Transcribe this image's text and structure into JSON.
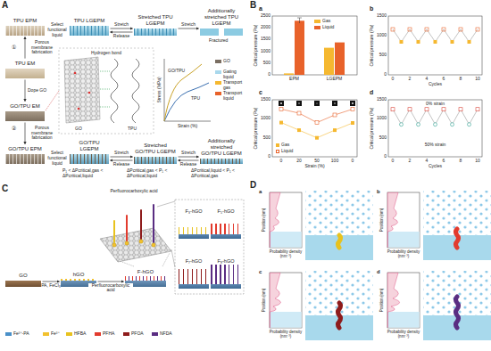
{
  "diagram": {
    "nodes": [
      {
        "text": [
          "TPU EPM"
        ]
      },
      {
        "text": [
          "TPU LGEPM"
        ]
      },
      {
        "text": [
          "Stretched TPU LGEPM"
        ]
      },
      {
        "text": [
          "Additionally stretched TPU LGEPM"
        ]
      },
      {
        "text": [
          "TPU EM"
        ]
      },
      {
        "text": [
          "GO/TPU EM"
        ]
      },
      {
        "text": [
          "GO/TPU EPM"
        ]
      },
      {
        "text": [
          "GO/TPU LGEPM"
        ]
      },
      {
        "text": [
          "Stretched GO/TPU LGEPM"
        ]
      },
      {
        "text": [
          "Additionally stretched GO/TPU LGEPM"
        ]
      },
      {
        "text": [
          "GO"
        ]
      },
      {
        "text": [
          "hGO"
        ]
      },
      {
        "text": [
          "F-hGO"
        ]
      },
      {
        "text": [
          "F₃-hGO"
        ]
      },
      {
        "text": [
          "F₅-hGO"
        ]
      },
      {
        "text": [
          "F₇-hGO"
        ]
      },
      {
        "text": [
          "F₉-hGO"
        ]
      }
    ],
    "edges": [
      {
        "from": 0,
        "to": 1,
        "label": "Select functional liquid",
        "arrow": "to"
      },
      {
        "from": 1,
        "to": 2,
        "label": "Stretch",
        "arrow": "to"
      },
      {
        "from": 2,
        "to": 1,
        "label": "Release",
        "arrow": "to"
      },
      {
        "from": 2,
        "to": 3,
        "label": "Stretch",
        "arrow": "to"
      },
      {
        "from": 4,
        "to": 0,
        "label": "Porous membrane fabrication",
        "arrow": "to"
      },
      {
        "from": 4,
        "to": 5,
        "label": "Dope GO",
        "arrow": "to"
      },
      {
        "from": 5,
        "to": 6,
        "label": "Porous membrane fabrication",
        "arrow": "to"
      },
      {
        "from": 6,
        "to": 7,
        "label": "Select functional liquid",
        "arrow": "to"
      },
      {
        "from": 7,
        "to": 8,
        "label": "Stretch",
        "arrow": "to"
      },
      {
        "from": 8,
        "to": 7,
        "label": "Release",
        "arrow": "to"
      },
      {
        "from": 8,
        "to": 9,
        "label": "Stretch",
        "arrow": "to"
      },
      {
        "from": 9,
        "to": 8,
        "label": "Release",
        "arrow": "to"
      },
      {
        "from": 10,
        "to": 11,
        "label": "PA, FeCl₃",
        "arrow": "to"
      },
      {
        "from": 11,
        "to": 12,
        "label": "Perfluorocarboxylic acid",
        "arrow": "to"
      }
    ],
    "labels": [
      "A",
      "①",
      "②",
      "Fractured",
      "Hydrogen bond",
      "GO",
      "TPU",
      "Stress (MPa)",
      "Strain (%)",
      "GO/TPU",
      "TPU",
      "P₁ < ΔPcritical,gas < ΔPcritical,liquid",
      "ΔPcritical,gas < P₁ < ΔPcritical,liquid",
      "ΔPcritical,liquid < P₁ < ΔPcritical,gas",
      "B",
      "a",
      "Critical pressure (Pa)",
      "0",
      "500",
      "1000",
      "1500",
      "2000",
      "2500",
      "EPM",
      "LGEPM",
      "b",
      "Critical pressure (Pa)",
      "0",
      "500",
      "1000",
      "1500",
      "0",
      "2",
      "4",
      "6",
      "8",
      "10",
      "Cycles",
      "c",
      "Critical pressure (Pa)",
      "0",
      "500",
      "1000",
      "1500",
      "0",
      "20",
      "50",
      "100",
      "0",
      "Strain (%)",
      "d",
      "Critical pressure (Pa)",
      "0",
      "500",
      "1000",
      "1500",
      "0",
      "2",
      "4",
      "6",
      "8",
      "10",
      "Cycles",
      "0% strain",
      "50% strain",
      "C",
      "Perfluorocarboxylic acid",
      "D",
      "a",
      "b",
      "c",
      "d",
      "Position (nm)",
      "Position (nm)",
      "Position (nm)",
      "Position (nm)",
      "Probability density (nm⁻³)",
      "Probability density (nm⁻³)",
      "Probability density (nm⁻³)",
      "Probability density (nm⁻³)"
    ],
    "legend": [
      {
        "text": "GO",
        "color": "#7a6e62"
      },
      {
        "text": "Gating liquid",
        "color": "#a9d8ec"
      },
      {
        "text": "Transport gas",
        "color": "#f5b830"
      },
      {
        "text": "Transport liquid",
        "color": "#e8622a"
      },
      {
        "text": "Gas",
        "color": "#f5b830"
      },
      {
        "text": "Liquid",
        "color": "#e8622a"
      },
      {
        "text": "Gas"
      },
      {
        "text": "Liquid"
      },
      {
        "text": "Fe³⁺-PA",
        "color": "#4a90c8"
      },
      {
        "text": "Fe³⁺",
        "color": "#f2c12e"
      },
      {
        "text": "HFBA",
        "color": "#e8c21e"
      },
      {
        "text": "PFHA",
        "color": "#e23b2e"
      },
      {
        "text": "PFOA",
        "color": "#8e1b1b"
      },
      {
        "text": "NFDA",
        "color": "#5a2d82"
      }
    ]
  }
}
